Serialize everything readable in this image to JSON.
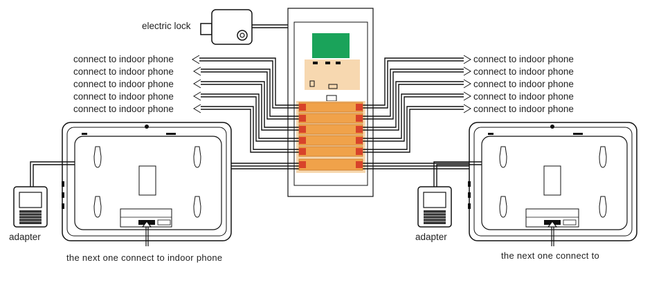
{
  "labels": {
    "electric_lock": "electric lock",
    "left_connections": [
      "connect to indoor phone",
      "connect to indoor phone",
      "connect to indoor phone",
      "connect to indoor phone",
      "connect to indoor phone"
    ],
    "right_connections": [
      "connect to indoor phone",
      "connect to indoor phone",
      "connect to indoor phone",
      "connect to indoor phone",
      "connect to indoor phone"
    ],
    "adapter_left": "adapter",
    "adapter_right": "adapter",
    "next_left": "the next one connect to indoor phone",
    "next_right": "the next one connect to"
  },
  "colors": {
    "wire": "#111111",
    "module_green": "#1aa35a",
    "board_peach": "#f7d8b0",
    "terminal_orange": "#f0a24a",
    "terminal_red": "#d8432a"
  },
  "icons": {
    "connector_arrow": "arrowhead-icon",
    "lock": "electric-lock-icon",
    "adapter": "power-adapter-icon",
    "monitor": "indoor-monitor-back-icon"
  }
}
